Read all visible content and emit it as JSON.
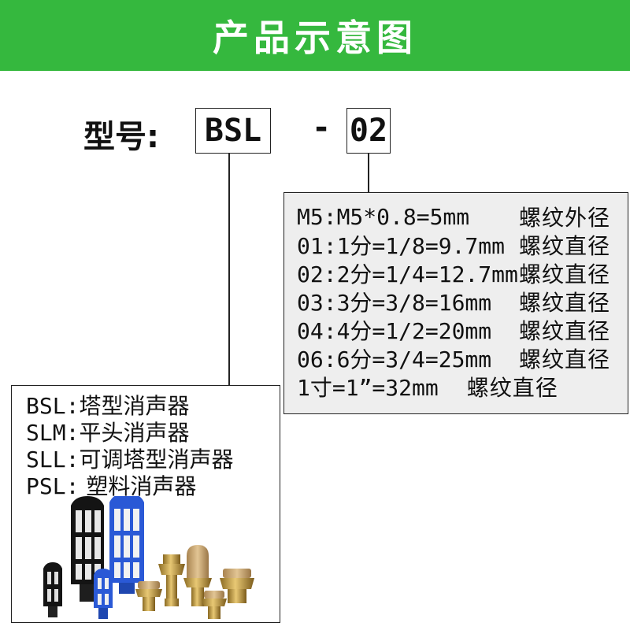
{
  "header": {
    "title": "产品示意图",
    "background": "#35b83e"
  },
  "model": {
    "label": "型号:",
    "series_code": "BSL",
    "separator": "-",
    "size_code": "02"
  },
  "thread_specs": [
    {
      "code": "M5:M5*0.8=5mm",
      "desc": "螺纹外径"
    },
    {
      "code": "01:1分=1/8=9.7mm",
      "desc": "螺纹直径"
    },
    {
      "code": "02:2分=1/4=12.7mm",
      "desc": "螺纹直径"
    },
    {
      "code": "03:3分=3/8=16mm",
      "desc": "螺纹直径"
    },
    {
      "code": "04:4分=1/2=20mm",
      "desc": "螺纹直径"
    },
    {
      "code": "06:6分=3/4=25mm",
      "desc": "螺纹直径"
    },
    {
      "code": "1寸=1”=32mm",
      "desc": "螺纹直径"
    }
  ],
  "series_types": [
    {
      "code": "BSL:",
      "desc": "塔型消声器"
    },
    {
      "code": "SLM:",
      "desc": "平头消声器"
    },
    {
      "code": "SLL:",
      "desc": "可调塔型消声器"
    },
    {
      "code": "PSL:",
      "desc": " 塑料消声器"
    }
  ],
  "colors": {
    "plastic_black": "#111111",
    "plastic_blue": "#2a59d6",
    "brass": "#c9a24a",
    "bronze_filter": "#c8a46a"
  }
}
